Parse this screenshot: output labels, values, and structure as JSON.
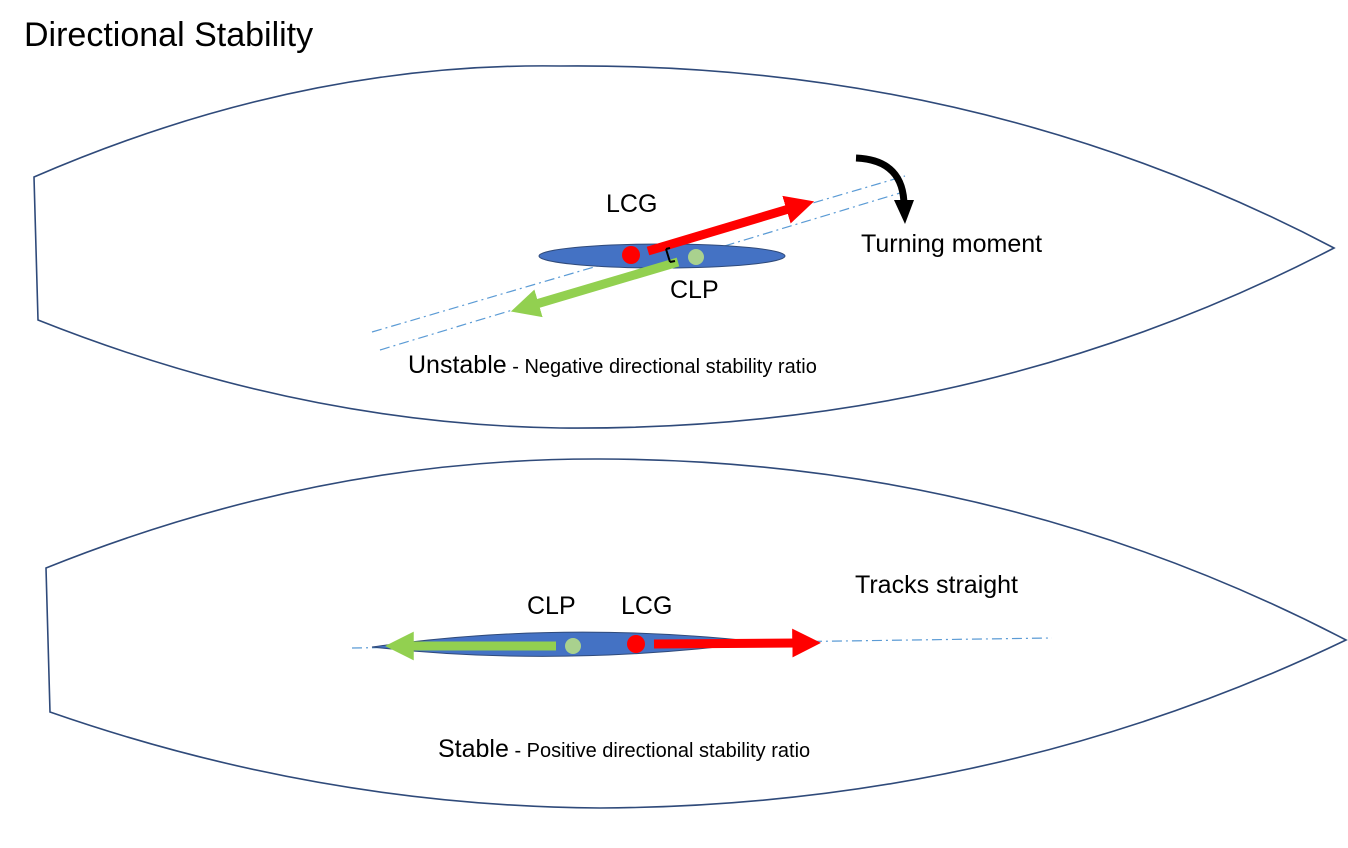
{
  "title": "Directional Stability",
  "unstable": {
    "lcg_label": "LCG",
    "clp_label": "CLP",
    "moment_label": "Turning moment",
    "caption_main": "Unstable",
    "caption_sub": "Negative directional stability ratio"
  },
  "stable": {
    "clp_label": "CLP",
    "lcg_label": "LCG",
    "tracks_label": "Tracks straight",
    "caption_main": "Stable",
    "caption_sub": "Positive directional stability ratio"
  },
  "separator": " - ",
  "colors": {
    "hull_outline": "#2f4a7a",
    "keel_fill": "#4472c4",
    "lcg_arrow": "#ff0000",
    "clp_arrow": "#92d050",
    "lcg_dot": "#ff0000",
    "clp_dot": "#a9d18e",
    "centerline": "#5b9bd5",
    "moment_arrow": "#000000"
  }
}
